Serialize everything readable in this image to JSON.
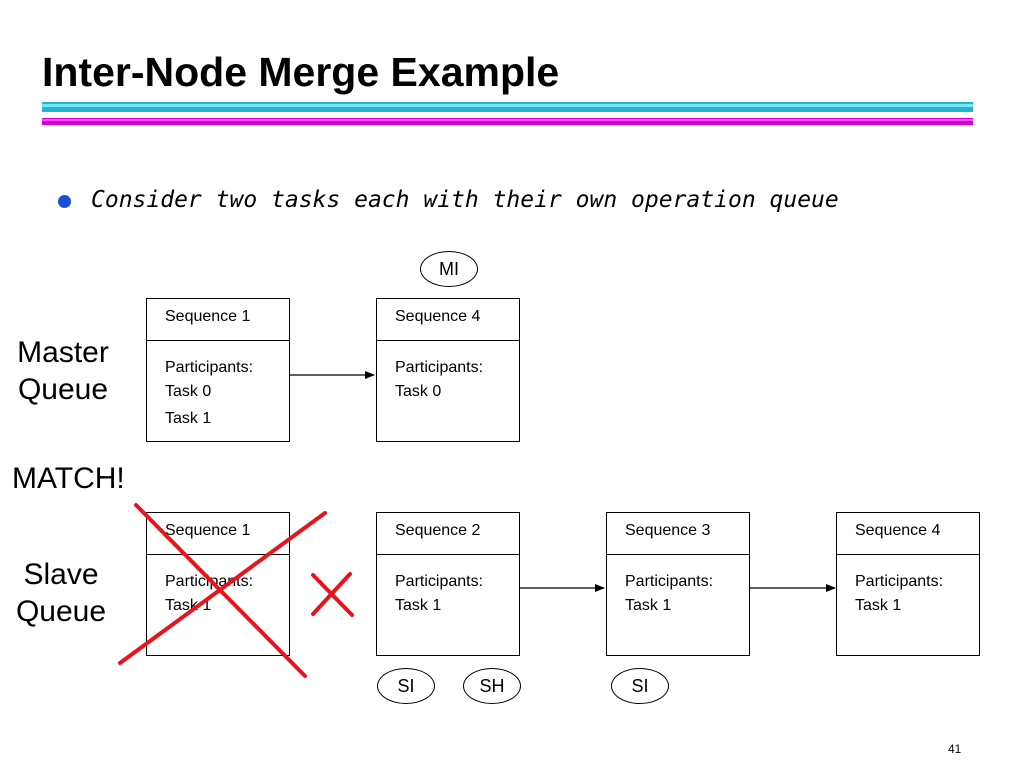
{
  "title": "Inter-Node Merge Example",
  "bullet": "Consider two tasks each with their own operation queue",
  "labels": {
    "master_queue": [
      "Master",
      "Queue"
    ],
    "slave_queue": [
      "Slave",
      "Queue"
    ],
    "match": "MATCH!"
  },
  "master_queue": [
    {
      "header": "Sequence 1",
      "lines": [
        "Participants:",
        "Task 0",
        "Task 1"
      ]
    },
    {
      "header": "Sequence 4",
      "lines": [
        "Participants:",
        "Task 0"
      ]
    }
  ],
  "slave_queue": [
    {
      "header": "Sequence 1",
      "lines": [
        "Participants:",
        "Task 1"
      ]
    },
    {
      "header": "Sequence 2",
      "lines": [
        "Participants:",
        "Task 1"
      ]
    },
    {
      "header": "Sequence 3",
      "lines": [
        "Participants:",
        "Task 1"
      ]
    },
    {
      "header": "Sequence 4",
      "lines": [
        "Participants:",
        "Task 1"
      ]
    }
  ],
  "markers": {
    "mi": "MI",
    "si_1": "SI",
    "sh": "SH",
    "si_2": "SI"
  },
  "page_number": "41",
  "colors": {
    "title_rule_blue": "#1fb5d4",
    "title_rule_magenta": "#d400d4",
    "bullet": "#1a4fd6",
    "cross_out": "#e8141c"
  }
}
